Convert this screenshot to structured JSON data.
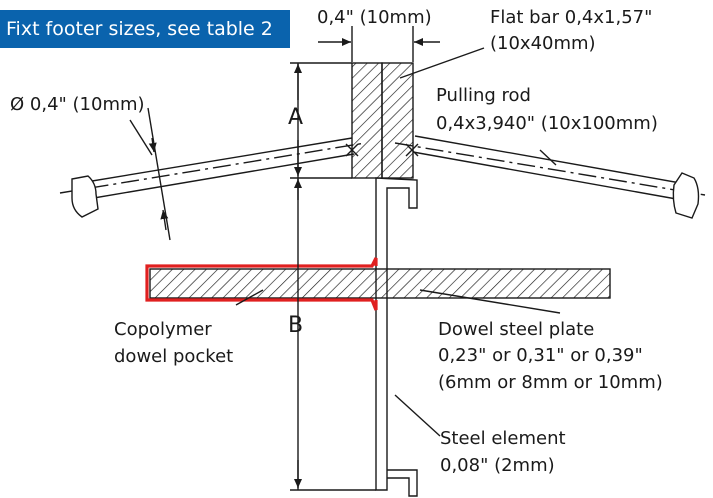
{
  "header": {
    "badge": "Fixt footer sizes, see table 2"
  },
  "labels": {
    "flat_bar_width": "0,4\" (10mm)",
    "flat_bar_title": "Flat bar 0,4x1,57\"",
    "flat_bar_mm": "(10x40mm)",
    "diameter": "Ø 0,4\" (10mm)",
    "pulling_rod_title": "Pulling rod",
    "pulling_rod_size": "0,4x3,940\" (10x100mm)",
    "dim_a": "A",
    "dim_b": "B",
    "copolymer_1": "Copolymer",
    "copolymer_2": "dowel pocket",
    "dowel_1": "Dowel steel plate",
    "dowel_2": "0,23\" or 0,31\" or 0,39\"",
    "dowel_3": "(6mm or 8mm or 10mm)",
    "steel_1": "Steel element",
    "steel_2": "0,08\" (2mm)"
  },
  "colors": {
    "badge_bg": "#0a63ad",
    "pocket_red": "#e02020",
    "line": "#1a1a1a"
  }
}
